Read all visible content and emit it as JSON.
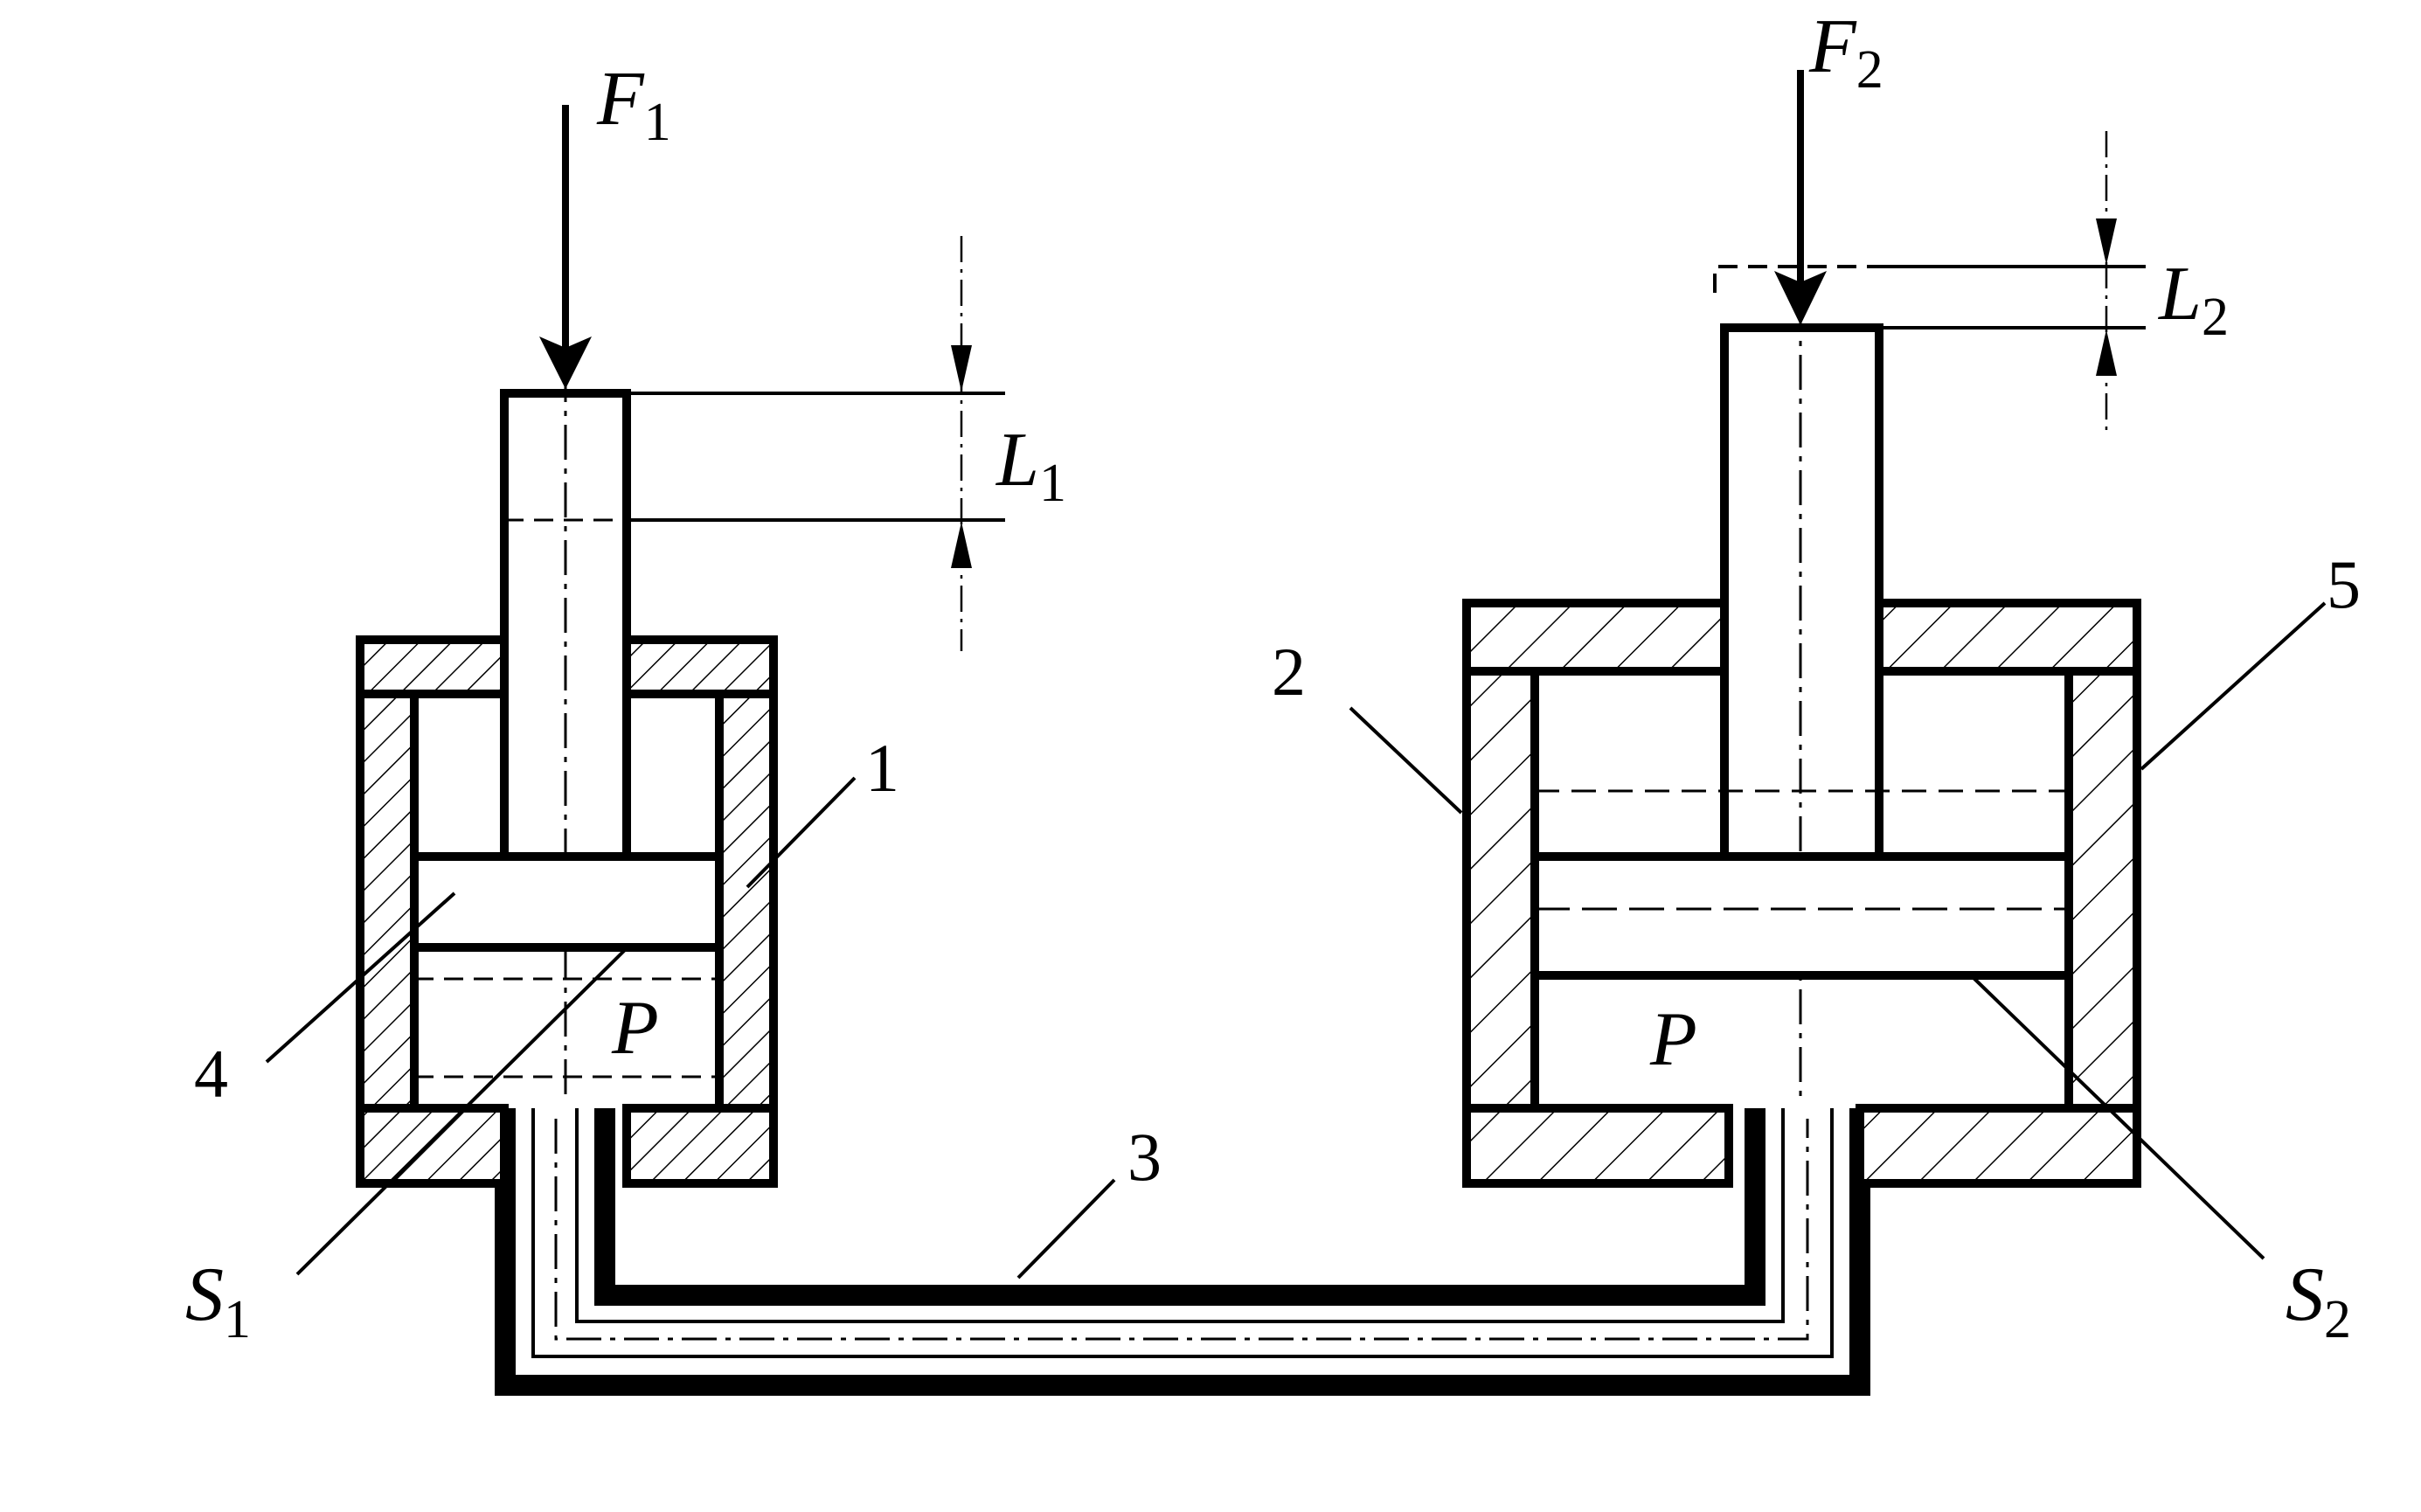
{
  "labels": {
    "force_left": {
      "symbol": "F",
      "sub": "1"
    },
    "force_right": {
      "symbol": "F",
      "sub": "2"
    },
    "stroke_left": {
      "symbol": "L",
      "sub": "1"
    },
    "stroke_right": {
      "symbol": "L",
      "sub": "2"
    },
    "area_left": {
      "symbol": "S",
      "sub": "1"
    },
    "area_right": {
      "symbol": "S",
      "sub": "2"
    },
    "pressure_left": "P",
    "pressure_right": "P",
    "part_1": "1",
    "part_2": "2",
    "part_3": "3",
    "part_4": "4",
    "part_5": "5"
  },
  "colors": {
    "ink": "#000000",
    "paper": "#ffffff"
  }
}
